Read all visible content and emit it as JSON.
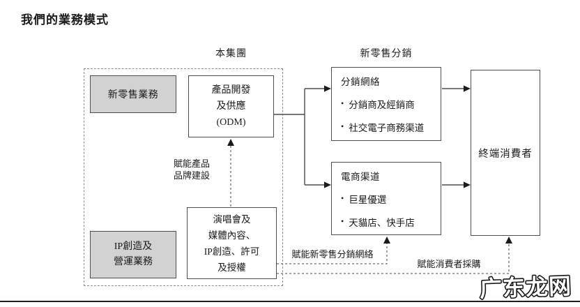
{
  "page": {
    "title": "我們的業務模式",
    "watermark": "广东龙网"
  },
  "diagram": {
    "bullet": "•",
    "column_labels": {
      "group": "本集團",
      "new_retail_distribution": "新零售分銷"
    },
    "left_panel": {
      "new_retail_business": "新零售業務",
      "ip_business": "IP創造及\n營運業務",
      "odm": "產品開發\n及供應\n(ODM)",
      "concerts": "演唱會及\n媒體內容、\nIP創造、許可\n及授權",
      "empower_brand": "賦能產品\n品牌建設"
    },
    "middle_panel": {
      "distribution_network": {
        "title": "分銷網絡",
        "items": [
          "分銷商及經銷商",
          "社交電子商務渠道"
        ]
      },
      "ecommerce_channels": {
        "title": "電商渠道",
        "items": [
          "巨星優選",
          "天貓店、快手店"
        ]
      }
    },
    "right_panel": {
      "end_consumer": "終端消費者"
    },
    "flow_labels": {
      "empower_distribution": "賦能新零售分銷網絡",
      "empower_consumer": "賦能消費者採購"
    }
  }
}
